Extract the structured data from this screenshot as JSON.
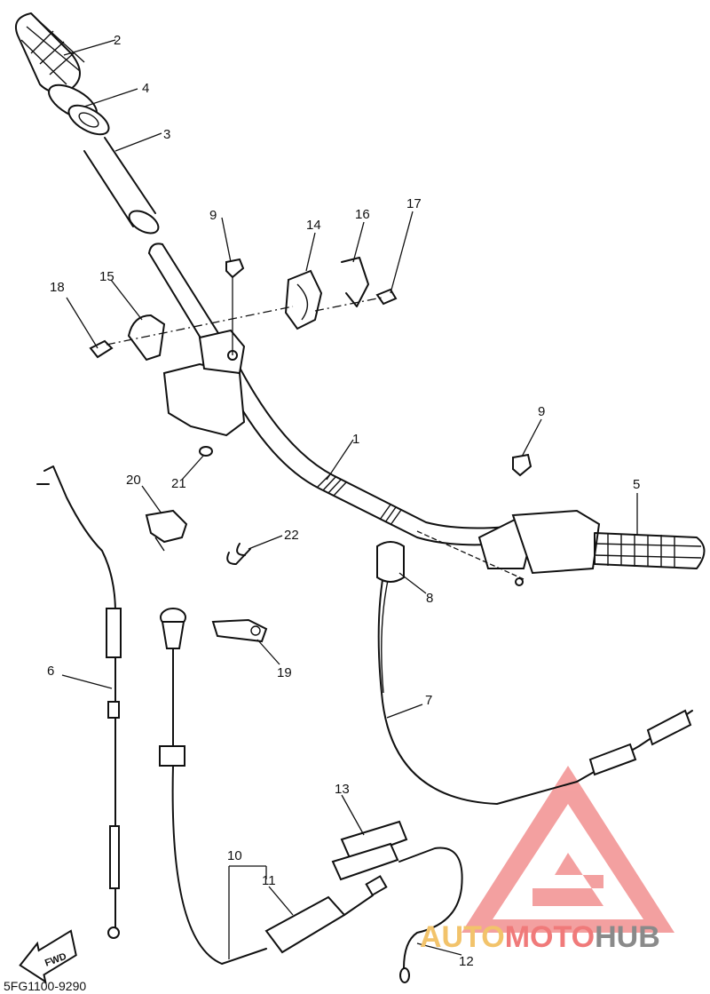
{
  "diagram_code": "5FG1100-9290",
  "fwd_label": "FWD",
  "watermark": {
    "part1": "AUTO",
    "part2": "MOTO",
    "part3": "HUB",
    "color_part1": "#f2c36b",
    "color_part2": "#f07a7a",
    "color_part3": "#8a8a8a",
    "triangle_color": "#f29090"
  },
  "callouts": [
    {
      "id": "c1",
      "label": "1"
    },
    {
      "id": "c2",
      "label": "2"
    },
    {
      "id": "c3",
      "label": "3"
    },
    {
      "id": "c4",
      "label": "4"
    },
    {
      "id": "c5",
      "label": "5"
    },
    {
      "id": "c6",
      "label": "6"
    },
    {
      "id": "c7",
      "label": "7"
    },
    {
      "id": "c8",
      "label": "8"
    },
    {
      "id": "c9a",
      "label": "9"
    },
    {
      "id": "c9b",
      "label": "9"
    },
    {
      "id": "c10",
      "label": "10"
    },
    {
      "id": "c11",
      "label": "11"
    },
    {
      "id": "c12",
      "label": "12"
    },
    {
      "id": "c13",
      "label": "13"
    },
    {
      "id": "c14",
      "label": "14"
    },
    {
      "id": "c15",
      "label": "15"
    },
    {
      "id": "c16",
      "label": "16"
    },
    {
      "id": "c17",
      "label": "17"
    },
    {
      "id": "c18",
      "label": "18"
    },
    {
      "id": "c19",
      "label": "19"
    },
    {
      "id": "c20",
      "label": "20"
    },
    {
      "id": "c21",
      "label": "21"
    },
    {
      "id": "c22",
      "label": "22"
    }
  ]
}
